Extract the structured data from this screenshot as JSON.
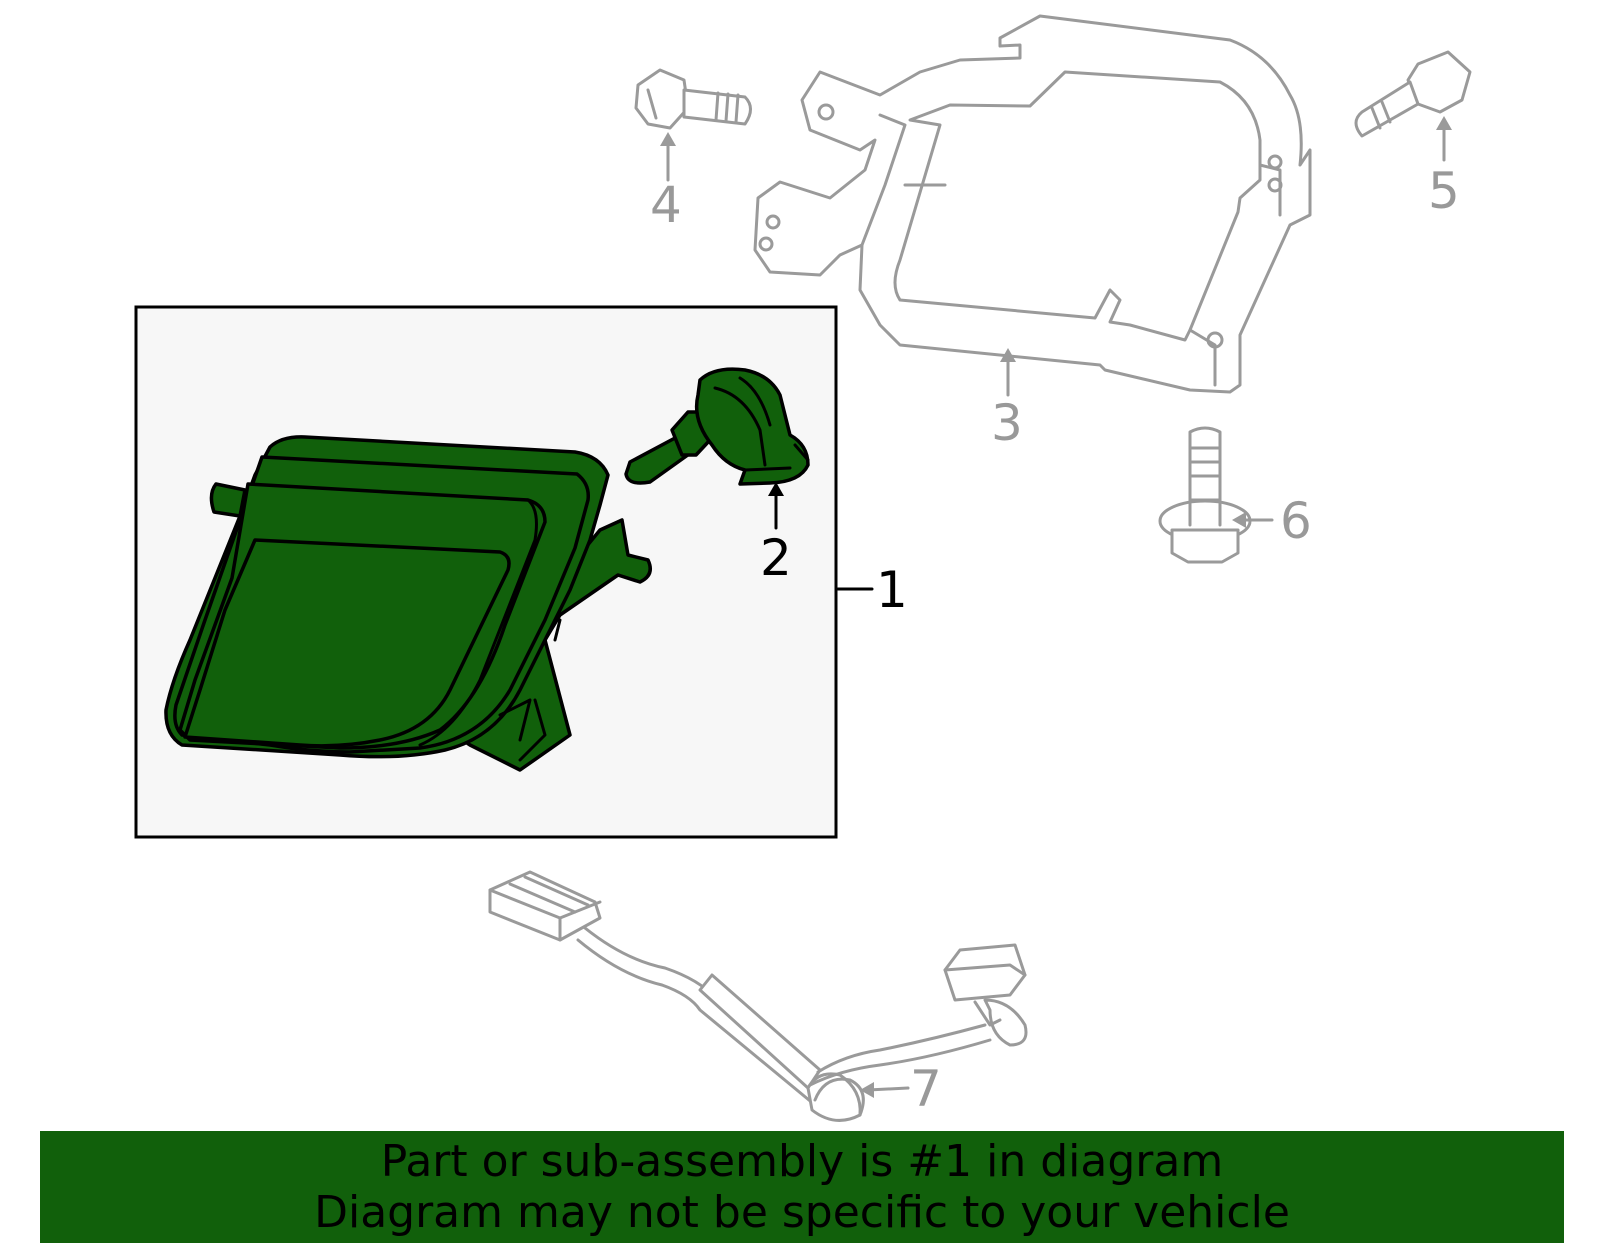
{
  "callouts": {
    "c1": "1",
    "c2": "2",
    "c3": "3",
    "c4": "4",
    "c5": "5",
    "c6": "6",
    "c7": "7"
  },
  "banner": {
    "line1": "Part or sub-assembly is #1 in diagram",
    "line2": "Diagram may not be specific to your vehicle"
  },
  "colors": {
    "highlight": "#11600b",
    "ghost_parts": "#9a9a9a",
    "inset_background": "#f7f7f7"
  },
  "icons": {
    "part_1": "fog-lamp-assembly-icon",
    "part_2": "bulb-icon",
    "part_3": "mounting-bracket-icon",
    "part_4": "bolt-icon",
    "part_5": "bolt-icon",
    "part_6": "flange-bolt-icon",
    "part_7": "wiring-harness-icon"
  }
}
